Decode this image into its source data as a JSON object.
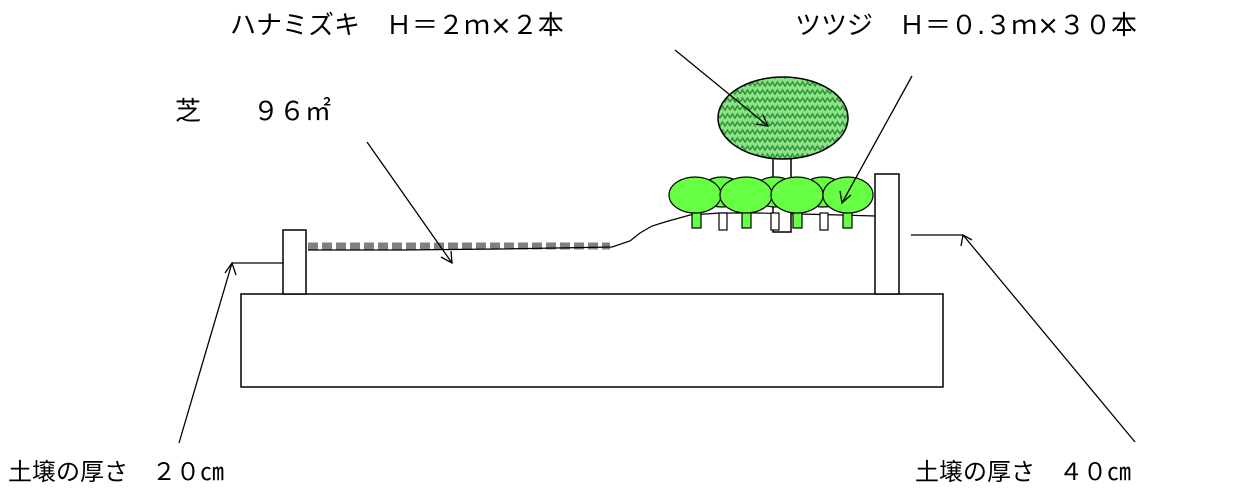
{
  "labels": {
    "hanamizuki": "ハナミズキ　Ｈ＝２ｍ×２本",
    "tsutsuji": "ツツジ　Ｈ＝０.３ｍ×３０本",
    "shiba": "芝　　９６㎡",
    "soil_left": "土壌の厚さ　２０㎝",
    "soil_right": "土壌の厚さ　４０㎝"
  },
  "colors": {
    "line": "#000000",
    "tree_canopy": "#8ee08e",
    "tree_pattern": "#2e9b2e",
    "shrub": "#66ff44",
    "turf": "#808080"
  }
}
